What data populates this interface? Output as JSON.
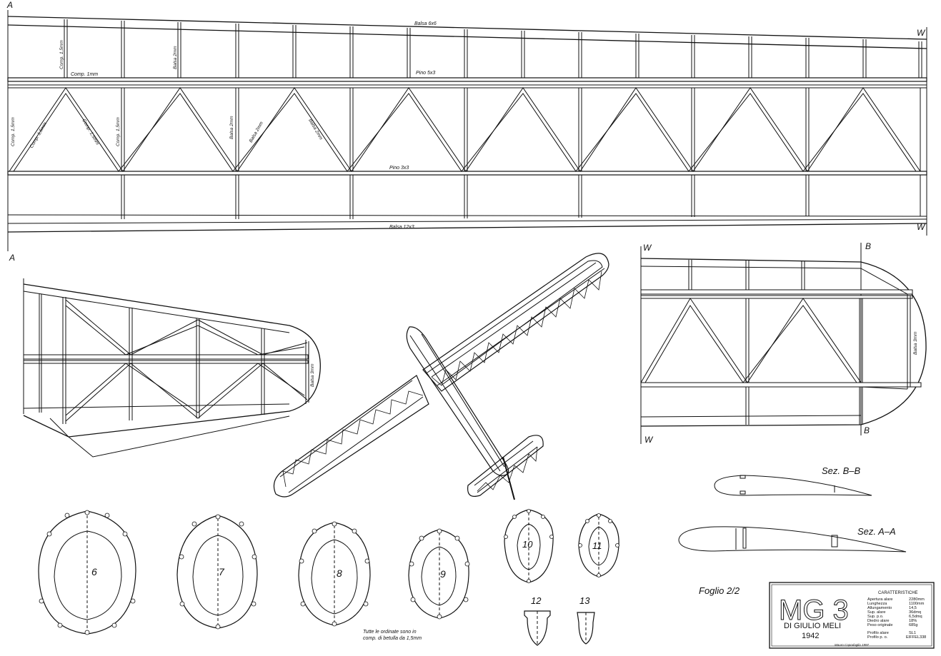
{
  "section_marks": {
    "a": "A",
    "w": "W",
    "b": "B"
  },
  "wing_panel_labels": {
    "balsa_6x6": "Balsa 6x6",
    "pino_5x3": "Pino 5x3",
    "pino_3x3": "Pino 3x3",
    "balsa_12x3": "Balsa 12x3",
    "comp_1mm": "Comp. 1mm",
    "comp_1_5mm": "Comp. 1,5mm",
    "balsa_2mm": "Balsa 2mm",
    "balsa_3mm": "Balsa 3mm"
  },
  "formers": [
    "6",
    "7",
    "8",
    "9",
    "10",
    "11",
    "12",
    "13"
  ],
  "formers_note": [
    "Tutte le ordinate sono in",
    "comp. di betulla da 1,5mm"
  ],
  "sections": {
    "bb": "Sez. B–B",
    "aa": "Sez. A–A"
  },
  "sheet": "Foglio 2/2",
  "title_block": {
    "model": "MG 3",
    "designer": "DI GIULIO MELI",
    "year": "1942",
    "characteristics_title": "CARATTERISTICHE",
    "characteristics": [
      {
        "label": "Apertura alare",
        "value": "2280mm"
      },
      {
        "label": "Lunghezza",
        "value": "1100mm"
      },
      {
        "label": "Allungamento",
        "value": "14,5"
      },
      {
        "label": "Sup. alare",
        "value": "36dmq"
      },
      {
        "label": "Sup. p.o.",
        "value": "6,5dmq"
      },
      {
        "label": "Diedro alare",
        "value": "18%"
      },
      {
        "label": "Peso originale",
        "value": "685g"
      },
      {
        "label": "Profilo alare",
        "value": "SL1"
      },
      {
        "label": "Profilo p. o.",
        "value": "EIFFEL338"
      }
    ],
    "credit": "Mauro Capodaglio 1997"
  }
}
